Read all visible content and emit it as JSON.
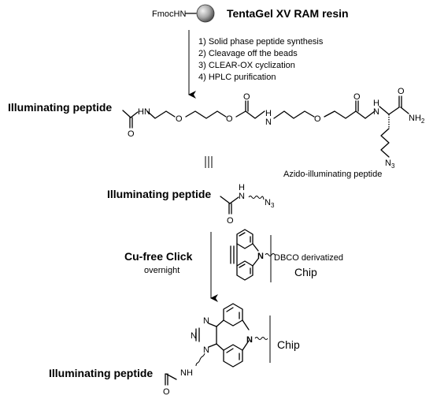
{
  "resin": {
    "protecting_group": "FmocHN",
    "name": "TentaGel XV RAM resin",
    "bead_color": "#8c8c8c"
  },
  "steps": [
    "1) Solid phase peptide synthesis",
    "2) Cleavage off the beads",
    "3) CLEAR-OX cyclization",
    "4) HPLC purification"
  ],
  "peptide_label": "Illuminating peptide",
  "atoms": {
    "HN": "HN",
    "H": "H",
    "O": "O",
    "N": "N",
    "NH": "NH",
    "NH2_main": "NH",
    "NH2_sub": "2",
    "N3_main": "N",
    "N3_sub": "3"
  },
  "azido_label": "Azido-illuminating peptide",
  "equivalence_symbol": "|||",
  "click": {
    "title": "Cu-free Click",
    "subtitle": "overnight",
    "dbco_label": "DBCO derivatized",
    "chip": "Chip"
  },
  "product": {
    "chip": "Chip"
  }
}
